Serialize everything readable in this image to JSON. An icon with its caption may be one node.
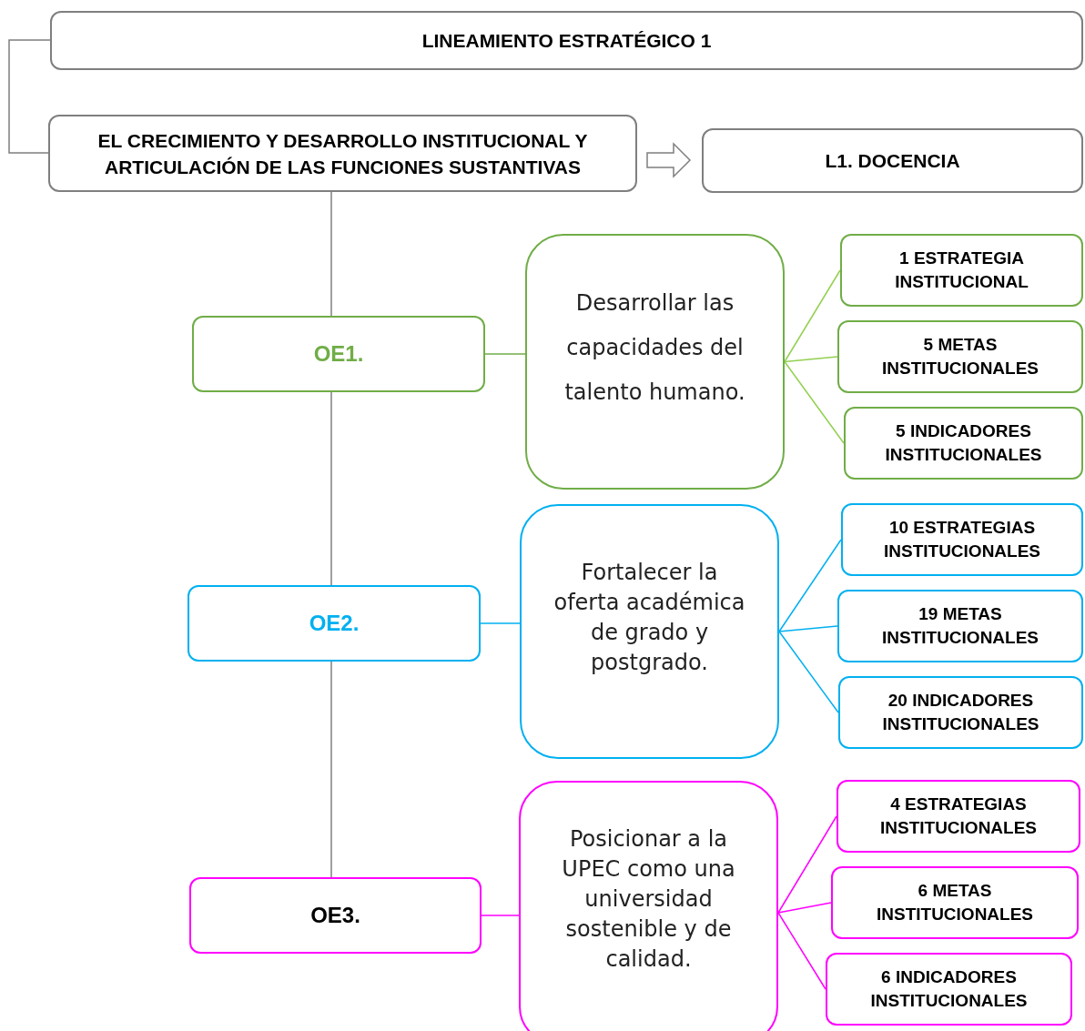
{
  "diagram": {
    "nodes": [
      {
        "text": [
          "LINEAMIENTO ESTRATÉGICO 1"
        ]
      },
      {
        "text": [
          "EL CRECIMIENTO Y DESARROLLO INSTITUCIONAL Y ARTICULACIÓN DE LAS FUNCIONES SUSTANTIVAS"
        ]
      },
      {
        "text": [
          "L1. DOCENCIA"
        ]
      },
      {
        "text": [
          "OE1."
        ]
      },
      {
        "text": [
          "Desarrollar las capacidades del talento humano."
        ]
      },
      {
        "text": [
          "1 ESTRATEGIA INSTITUCIONAL"
        ]
      },
      {
        "text": [
          "5 METAS INSTITUCIONALES"
        ]
      },
      {
        "text": [
          "5 INDICADORES INSTITUCIONALES"
        ]
      },
      {
        "text": [
          "OE2."
        ]
      },
      {
        "text": [
          "Fortalecer la oferta académica de grado y postgrado."
        ]
      },
      {
        "text": [
          "10 ESTRATEGIAS INSTITUCIONALES"
        ]
      },
      {
        "text": [
          "19 METAS INSTITUCIONALES"
        ]
      },
      {
        "text": [
          "20 INDICADORES INSTITUCIONALES"
        ]
      },
      {
        "text": [
          "OE3."
        ]
      },
      {
        "text": [
          "Posicionar a la UPEC como una universidad sostenible y de calidad."
        ]
      },
      {
        "text": [
          "4 ESTRATEGIAS INSTITUCIONALES"
        ]
      },
      {
        "text": [
          "6 METAS INSTITUCIONALES"
        ]
      },
      {
        "text": [
          "6 INDICADORES INSTITUCIONALES"
        ]
      }
    ],
    "edges": [
      {
        "from": 0,
        "to": 1,
        "arrow": "none"
      },
      {
        "from": 1,
        "to": 2,
        "arrow": "to"
      },
      {
        "from": 1,
        "to": 3,
        "arrow": "none"
      },
      {
        "from": 3,
        "to": 8,
        "arrow": "none"
      },
      {
        "from": 8,
        "to": 13,
        "arrow": "none"
      },
      {
        "from": 3,
        "to": 4,
        "arrow": "none",
        "color": "#70ad47"
      },
      {
        "from": 4,
        "to": 5,
        "arrow": "none",
        "color": "#92d050"
      },
      {
        "from": 4,
        "to": 6,
        "arrow": "none",
        "color": "#92d050"
      },
      {
        "from": 4,
        "to": 7,
        "arrow": "none",
        "color": "#92d050"
      },
      {
        "from": 8,
        "to": 9,
        "arrow": "none",
        "color": "#00b0f0"
      },
      {
        "from": 9,
        "to": 10,
        "arrow": "none",
        "color": "#00b0f0"
      },
      {
        "from": 9,
        "to": 11,
        "arrow": "none",
        "color": "#00b0f0"
      },
      {
        "from": 9,
        "to": 12,
        "arrow": "none",
        "color": "#00b0f0"
      },
      {
        "from": 13,
        "to": 14,
        "arrow": "none",
        "color": "#ff00ff"
      },
      {
        "from": 14,
        "to": 15,
        "arrow": "none",
        "color": "#ff00ff"
      },
      {
        "from": 14,
        "to": 16,
        "arrow": "none",
        "color": "#ff00ff"
      },
      {
        "from": 14,
        "to": 17,
        "arrow": "none",
        "color": "#ff00ff"
      }
    ]
  }
}
